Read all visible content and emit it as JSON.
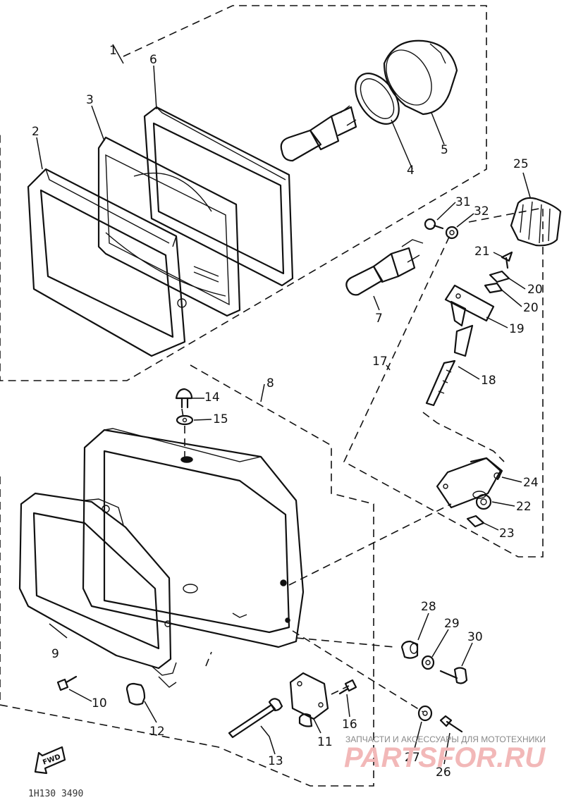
{
  "part_labels": {
    "p1": "1",
    "p2": "2",
    "p3": "3",
    "p4": "4",
    "p5": "5",
    "p6": "6",
    "p7": "7",
    "p8": "8",
    "p9": "9",
    "p10": "10",
    "p11": "11",
    "p12": "12",
    "p13": "13",
    "p14": "14",
    "p15": "15",
    "p16": "16",
    "p17": "17",
    "p18": "18",
    "p19": "19",
    "p20a": "20",
    "p20b": "20",
    "p21": "21",
    "p22": "22",
    "p23": "23",
    "p24": "24",
    "p25": "25",
    "p26": "26",
    "p27": "27",
    "p28": "28",
    "p29": "29",
    "p30": "30",
    "p31": "31",
    "p32": "32"
  },
  "fwd_mark": "FWD",
  "figure_code": "1H130 3490",
  "watermark": {
    "tagline": "ЗАПЧАСТИ И АКСЕССУАРЫ ДЛЯ МОТОТЕХНИКИ",
    "brand": "PARTSFOR.RU"
  }
}
